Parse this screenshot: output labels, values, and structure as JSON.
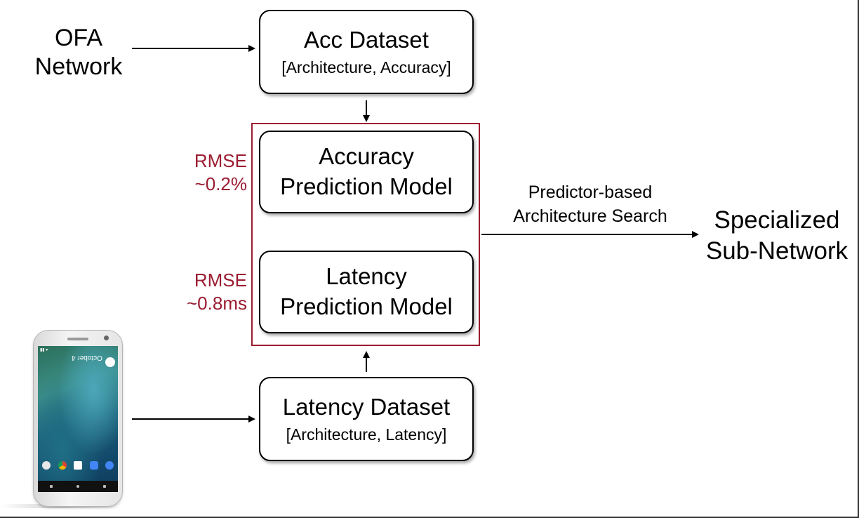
{
  "inputs": {
    "ofa_line1": "OFA",
    "ofa_line2": "Network"
  },
  "acc_dataset": {
    "title": "Acc Dataset",
    "subtitle": "[Architecture, Accuracy]"
  },
  "accuracy_model": {
    "line1": "Accuracy",
    "line2": "Prediction Model",
    "rmse_label": "RMSE",
    "rmse_value": "~0.2%"
  },
  "latency_model": {
    "line1": "Latency",
    "line2": "Prediction Model",
    "rmse_label": "RMSE",
    "rmse_value": "~0.8ms"
  },
  "latency_dataset": {
    "title": "Latency Dataset",
    "subtitle": "[Architecture, Latency]"
  },
  "search": {
    "line1": "Predictor-based",
    "line2": "Architecture Search"
  },
  "output": {
    "line1": "Specialized",
    "line2": "Sub-Network"
  },
  "phone": {
    "date_text": "October 4"
  },
  "colors": {
    "accent_red": "#9b1c31"
  }
}
